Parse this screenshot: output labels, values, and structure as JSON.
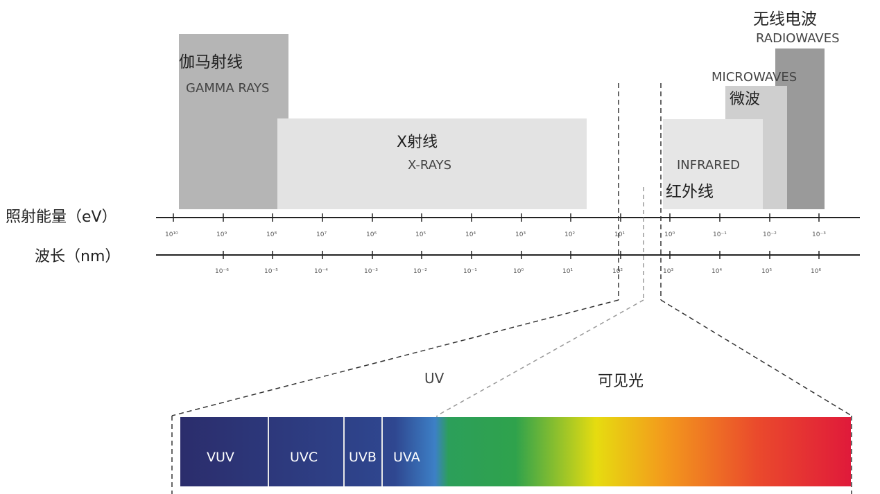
{
  "axes": {
    "energy_label": "照射能量（eV）",
    "wavelength_label": "波长（nm）",
    "energy_ticks": [
      "10¹⁰",
      "10⁹",
      "10⁸",
      "10⁷",
      "10⁶",
      "10⁵",
      "10⁴",
      "10³",
      "10²",
      "10¹",
      "10⁰",
      "10⁻¹",
      "10⁻²",
      "10⁻³"
    ],
    "wavelength_ticks": [
      "10⁻⁶",
      "10⁻⁵",
      "10⁻⁴",
      "10⁻³",
      "10⁻²",
      "10⁻¹",
      "10⁰",
      "10¹",
      "10²",
      "10³",
      "10⁴",
      "10⁵",
      "10⁶"
    ]
  },
  "regions": {
    "gamma": {
      "zh": "伽马射线",
      "en": "GAMMA RAYS",
      "color": "#b5b5b5"
    },
    "xray": {
      "zh": "X射线",
      "en": "X-RAYS",
      "color": "#e3e3e3"
    },
    "infrared": {
      "zh": "红外线",
      "en": "INFRARED",
      "color": "#e6e6e6"
    },
    "microwave": {
      "zh": "微波",
      "en": "MICROWAVES",
      "color": "#cfcfcf"
    },
    "radio": {
      "zh": "无线电波",
      "en": "RADIOWAVES",
      "color": "#9a9a9a"
    }
  },
  "zoom": {
    "uv_label": "UV",
    "visible_label": "可见光",
    "bands": [
      "VUV",
      "UVC",
      "UVB",
      "UVA"
    ],
    "uv_color": "#2b2d6c"
  }
}
